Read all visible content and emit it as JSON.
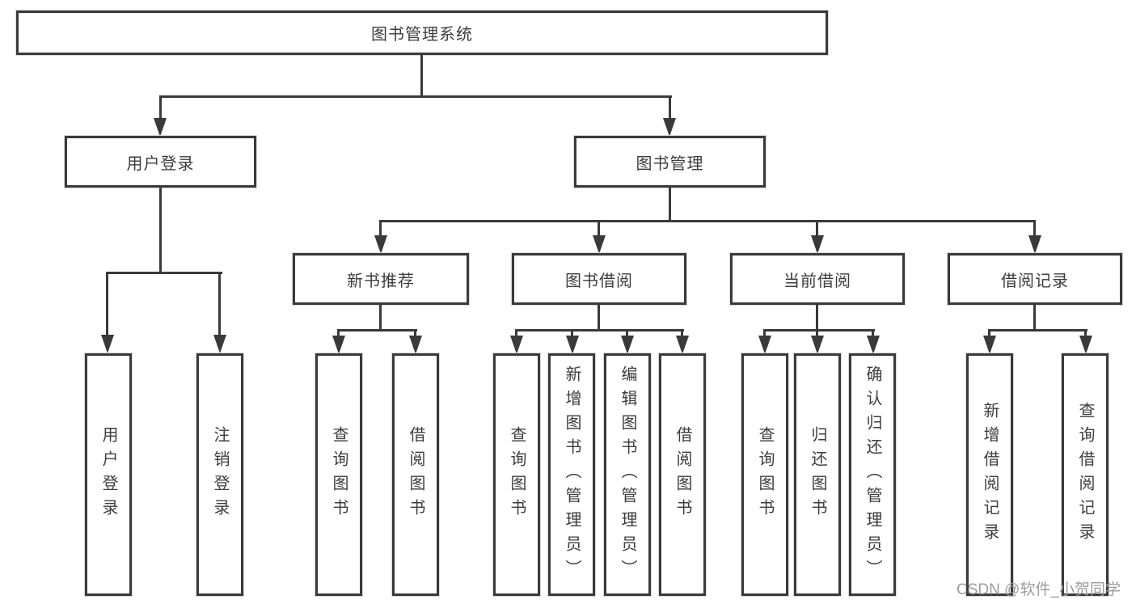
{
  "diagram": {
    "root": "图书管理系统",
    "level2": {
      "user_login": "用户登录",
      "book_mgmt": "图书管理"
    },
    "level3": {
      "new_book_rec": "新书推荐",
      "book_borrow": "图书借阅",
      "current_borrow": "当前借阅",
      "borrow_records": "借阅记录"
    },
    "leaves": {
      "user_login": [
        "用户登录",
        "注销登录"
      ],
      "new_book_rec": [
        "查询图书",
        "借阅图书"
      ],
      "book_borrow": [
        "查询图书",
        "新增图书（管理员）",
        "编辑图书（管理员）",
        "借阅图书"
      ],
      "current_borrow": [
        "查询图书",
        "归还图书",
        "确认归还（管理员）"
      ],
      "borrow_records": [
        "新增借阅记录",
        "查询借阅记录"
      ]
    }
  },
  "watermark": "CSDN @软件_小贺同学"
}
